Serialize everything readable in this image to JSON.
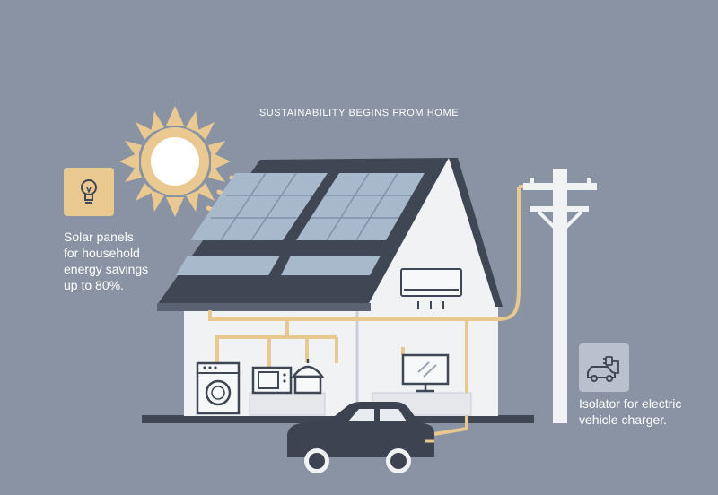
{
  "title": "SUSTAINABILITY BEGINS FROM HOME",
  "solar_caption": {
    "lines": [
      "Solar panels",
      "for household",
      "energy savings",
      "up to 80%."
    ]
  },
  "ev_caption": {
    "lines": [
      "Isolator for electric",
      "vehicle charger."
    ]
  },
  "colors": {
    "background": "#8a93a4",
    "sun": "#eac991",
    "wire": "#e7c88f",
    "house_wall": "#f1f2f4",
    "roof_dark": "#3f4654",
    "panel": "#a9b9cc",
    "car": "#3d4350",
    "icon_box_solar": "#eac991",
    "icon_box_ev": "#b9c1cf"
  },
  "icons": {
    "solar_caption_icon": "lightbulb-icon",
    "ev_caption_icon": "ev-charger-icon"
  }
}
